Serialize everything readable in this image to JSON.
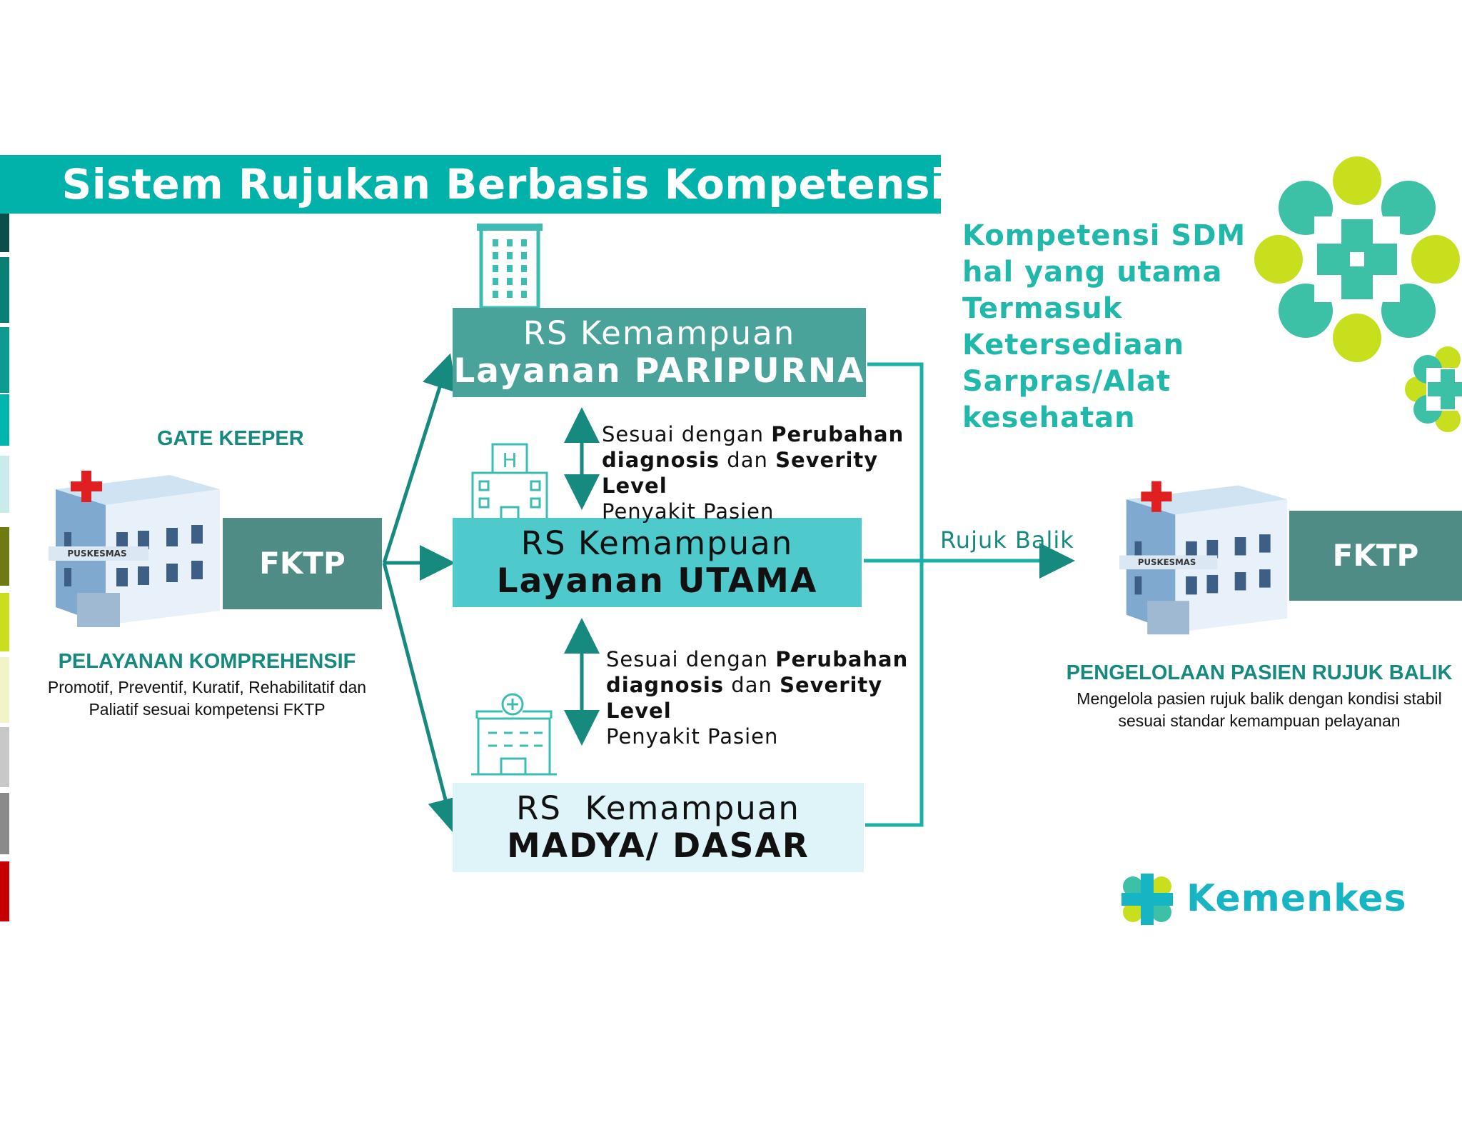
{
  "title": "Sistem Rujukan Berbasis Kompetensi",
  "boxes": {
    "paripurna": {
      "line1": "RS Kemampuan",
      "line2": "Layanan PARIPURNA"
    },
    "utama": {
      "line1": "RS Kemampuan",
      "line2": "Layanan UTAMA"
    },
    "madya": {
      "line1": "RS  Kemampuan",
      "line2": "MADYA/ DASAR"
    }
  },
  "notes": {
    "upper": {
      "a": "Sesuai dengan ",
      "b": "Perubahan",
      "c": "diagnosis",
      "d": " dan ",
      "e": "Severity Level",
      "f": "Penyakit Pasien"
    },
    "lower": {
      "a": "Sesuai dengan ",
      "b": "Perubahan",
      "c": "diagnosis",
      "d": " dan ",
      "e": "Severity Level",
      "f": "Penyakit Pasien"
    }
  },
  "left": {
    "gate_keeper": "GATE KEEPER",
    "fktp": "FKTP",
    "building_sign": "PUSKESMAS",
    "heading": "PELAYANAN KOMPREHENSIF",
    "desc_line1": "Promotif, Preventif, Kuratif, Rehabilitatif dan",
    "desc_line2": "Paliatif sesuai kompetensi FKTP"
  },
  "right": {
    "fktp": "FKTP",
    "building_sign": "PUSKESMAS",
    "heading": "PENGELOLAAN PASIEN RUJUK BALIK",
    "desc_line1": "Mengelola pasien rujuk balik dengan kondisi stabil",
    "desc_line2": "sesuai standar kemampuan pelayanan"
  },
  "rujuk_balik": "Rujuk Balik",
  "kompetensi_lines": [
    "Kompetensi SDM",
    "hal yang utama",
    "Termasuk",
    "Ketersediaan",
    "Sarpras/Alat",
    "kesehatan"
  ],
  "hospital_icon_letter": "H",
  "logo_text": "Kemenkes",
  "colors": {
    "teal_banner": "#00b2a9",
    "paripurna": "#4aa39b",
    "utama": "#4ec9cc",
    "madya": "#dff4f9",
    "fktp": "#4e8c85",
    "arrow": "#178a80",
    "accent_text": "#1fb8aa",
    "lime": "#c8df1e"
  }
}
